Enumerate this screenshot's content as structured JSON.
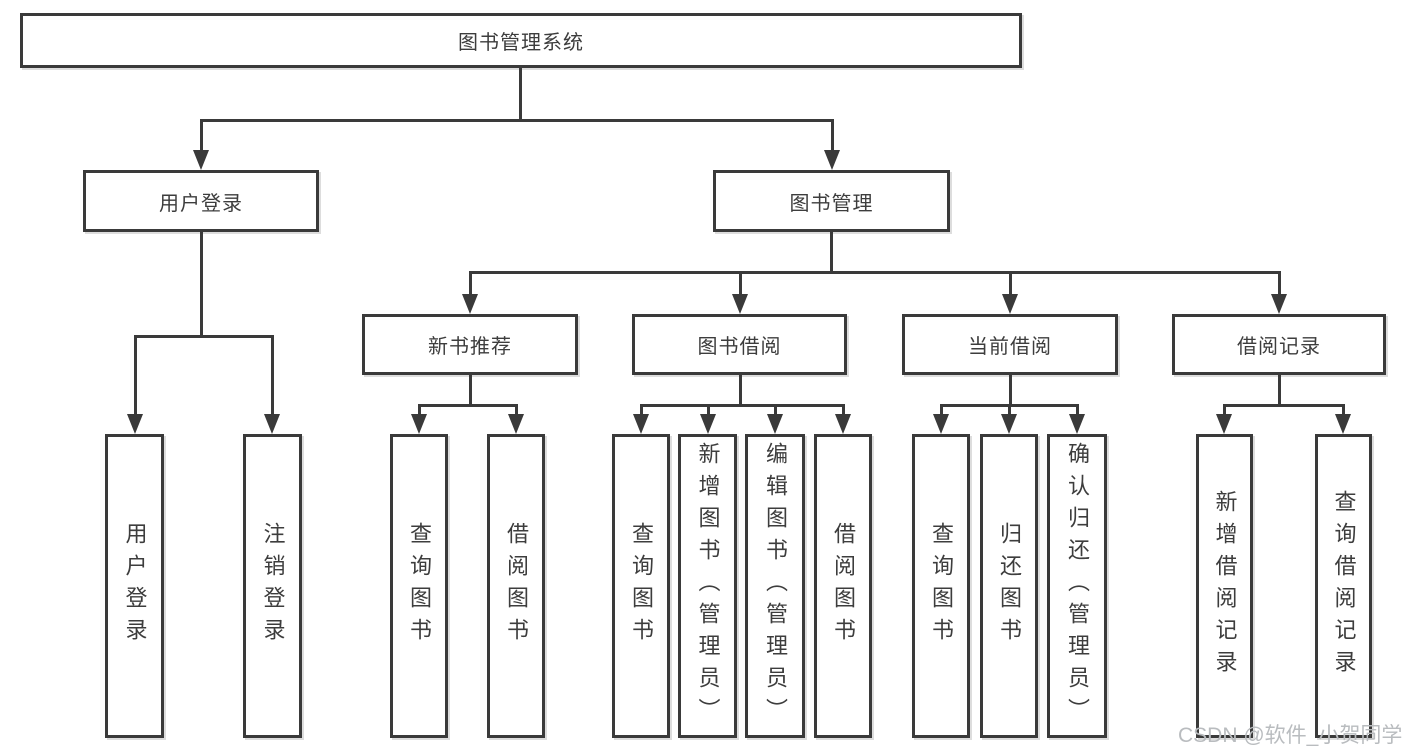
{
  "diagram": {
    "colors": {
      "line": "#3a3a3a",
      "text": "#3d3d3d",
      "background": "#ffffff"
    },
    "tree": {
      "label": "图书管理系统",
      "children": [
        {
          "label": "用户登录",
          "children": [
            {
              "label": "用户登录"
            },
            {
              "label": "注销登录"
            }
          ]
        },
        {
          "label": "图书管理",
          "children": [
            {
              "label": "新书推荐",
              "children": [
                {
                  "label": "查询图书"
                },
                {
                  "label": "借阅图书"
                }
              ]
            },
            {
              "label": "图书借阅",
              "children": [
                {
                  "label": "查询图书"
                },
                {
                  "label": "新增图书（管理员）"
                },
                {
                  "label": "编辑图书（管理员）"
                },
                {
                  "label": "借阅图书"
                }
              ]
            },
            {
              "label": "当前借阅",
              "children": [
                {
                  "label": "查询图书"
                },
                {
                  "label": "归还图书"
                },
                {
                  "label": "确认归还（管理员）"
                }
              ]
            },
            {
              "label": "借阅记录",
              "children": [
                {
                  "label": "新增借阅记录"
                },
                {
                  "label": "查询借阅记录"
                }
              ]
            }
          ]
        }
      ]
    }
  },
  "watermark": {
    "text": "CSDN @软件_小贺同学",
    "color": "#b9bcbf"
  }
}
